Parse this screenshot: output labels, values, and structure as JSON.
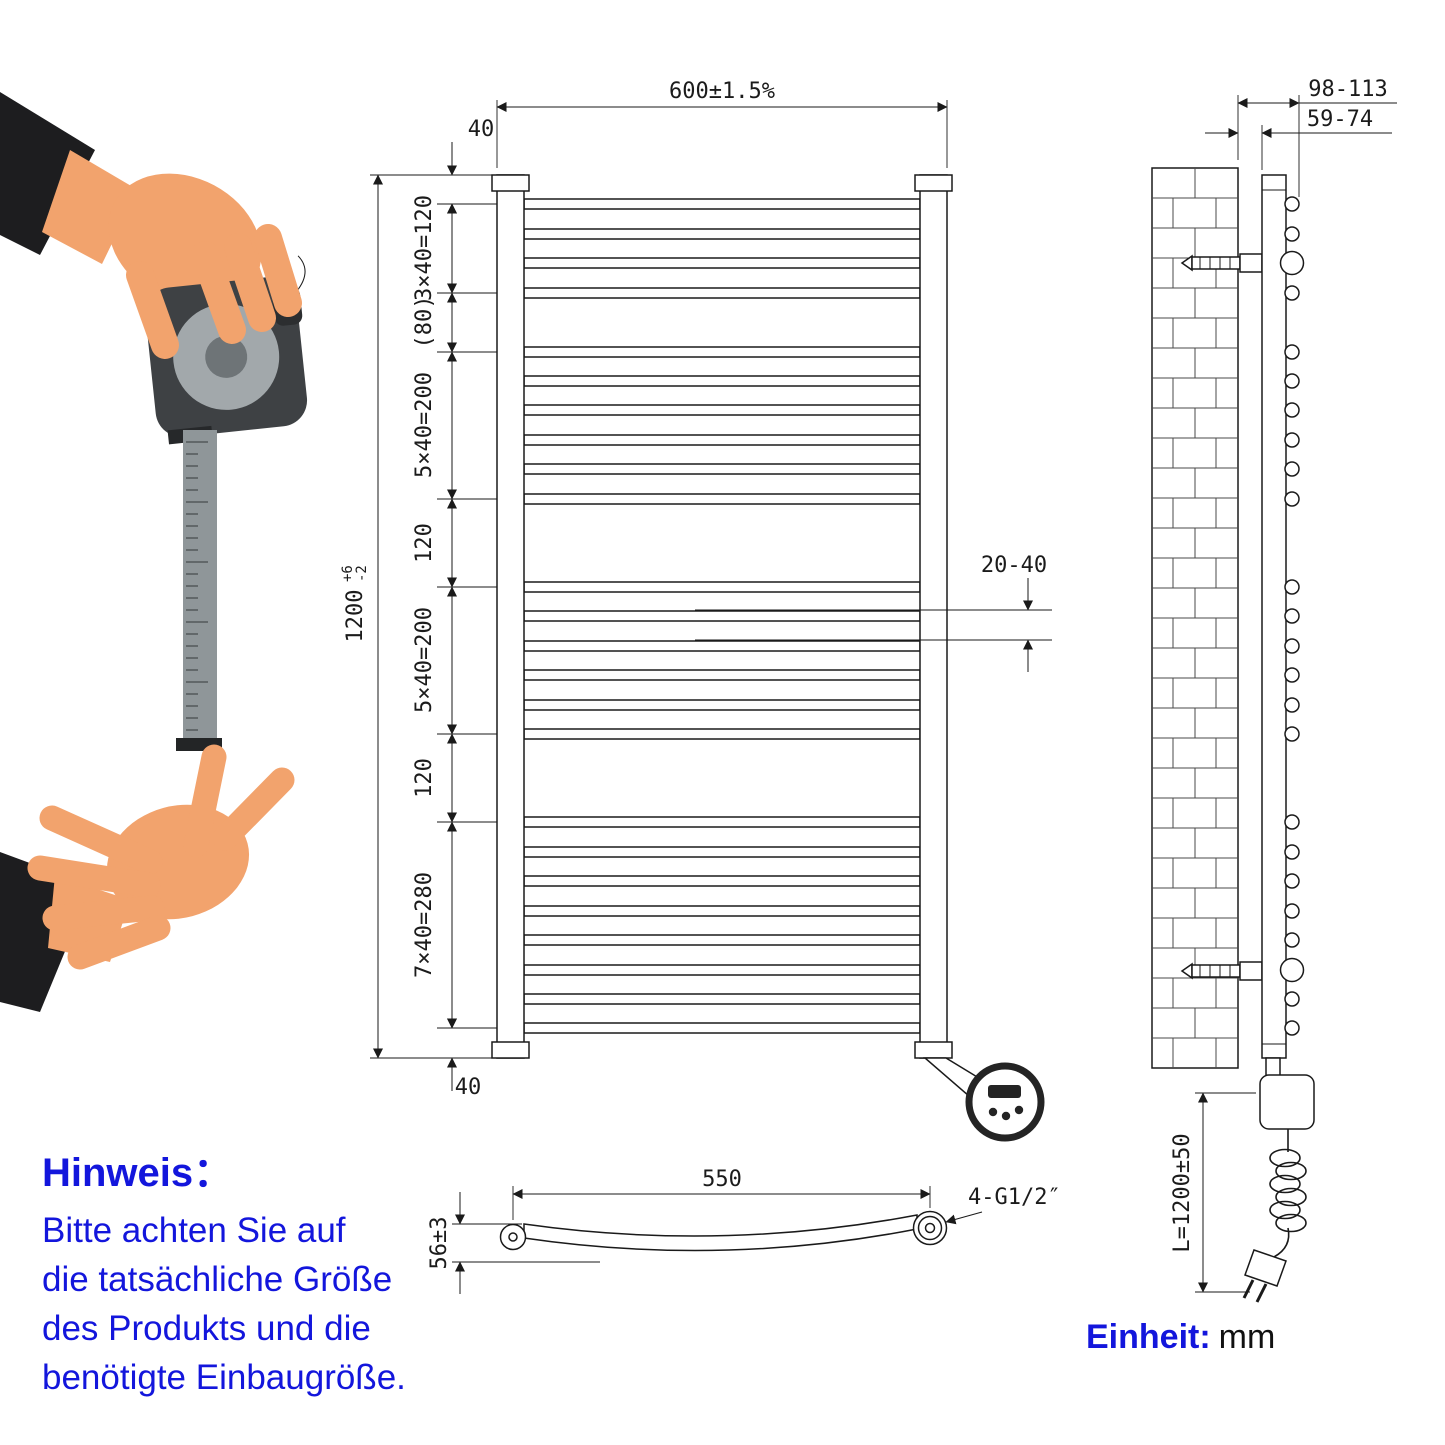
{
  "front": {
    "width": "600±1.5%",
    "top_gap": "40",
    "seg_3x40": "3×40=120",
    "seg_80": "(80)",
    "seg_5x40_a": "5×40=200",
    "seg_120_a": "120",
    "seg_5x40_b": "5×40=200",
    "seg_120_b": "120",
    "seg_7x40": "7×40=280",
    "bottom_gap": "40",
    "gap_note": "20-40",
    "height": "1200",
    "tol_plus": "+6",
    "tol_minus": "-2"
  },
  "side": {
    "depth_total": "98-113",
    "depth_bracket": "59-74",
    "cable_length": "L=1200±50"
  },
  "topview": {
    "hole_distance": "550",
    "depth": "56±3",
    "thread": "4-G1/2″"
  },
  "note": {
    "title": "Hinweis：",
    "line1": "Bitte achten Sie auf",
    "line2": "die tatsächliche Größe",
    "line3": "des Produkts und die",
    "line4": "benötigte Einbaugröße."
  },
  "unit": {
    "label": "Einheit:",
    "value": "mm"
  },
  "colors": {
    "accent_blue": "#1316dc",
    "line_black": "#1a1a1a"
  }
}
